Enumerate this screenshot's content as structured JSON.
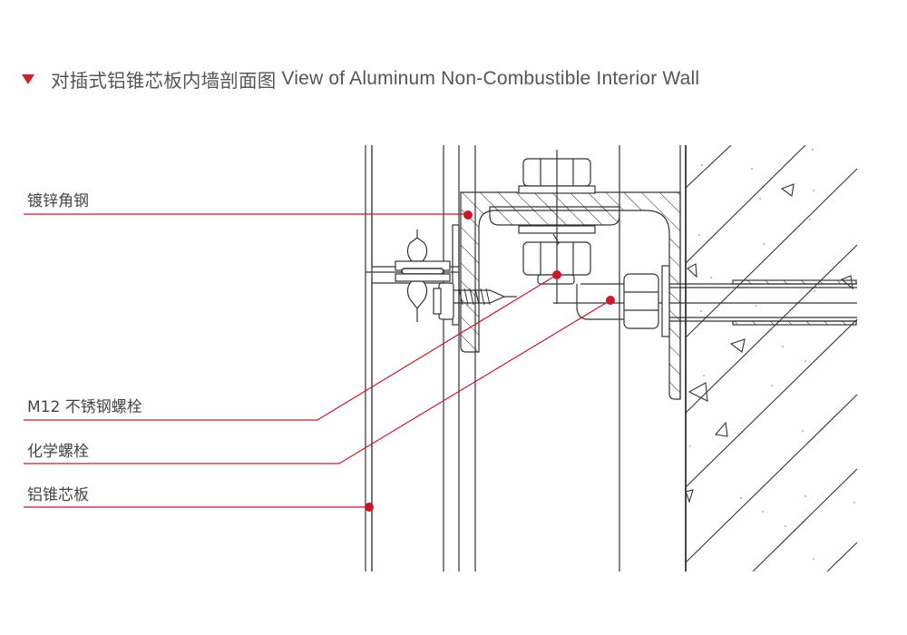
{
  "title": {
    "marker_icon": "red-down-triangle",
    "zh": "对插式铝锥芯板内墙剖面图",
    "en": "View of Aluminum Non-Combustible Interior Wall"
  },
  "callouts": [
    {
      "id": "galvanized-angle-steel",
      "label": "镀锌角钢"
    },
    {
      "id": "m12-stainless-bolt",
      "label": "M12 不锈钢螺栓"
    },
    {
      "id": "chemical-anchor-bolt",
      "label": "化学螺栓"
    },
    {
      "id": "aluminum-core-panel",
      "label": "铝锥芯板"
    }
  ],
  "colors": {
    "accent": "#c8192b",
    "line": "#333333",
    "text": "#444444"
  }
}
